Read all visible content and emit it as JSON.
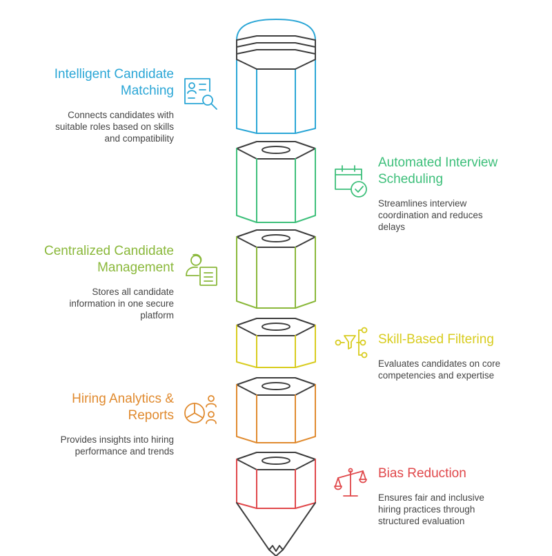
{
  "colors": {
    "outline": "#3d3d3d",
    "blue": "#2aa6d6",
    "green": "#3dbf7a",
    "lime": "#8ab83a",
    "yellow": "#d8cc1e",
    "orange": "#e08a2e",
    "red": "#e0474a"
  },
  "features": [
    {
      "title": "Intelligent Candidate Matching",
      "title_line1": "Intelligent Candidate",
      "title_line2": "Matching",
      "desc_line1": "Connects candidates with",
      "desc_line2": "suitable roles based on skills",
      "desc_line3": "and compatibility",
      "icon": "candidate-search-icon",
      "color": "#2aa6d6"
    },
    {
      "title": "Automated Interview Scheduling",
      "title_line1": "Automated Interview",
      "title_line2": "Scheduling",
      "desc_line1": "Streamlines interview",
      "desc_line2": "coordination and reduces",
      "desc_line3": "delays",
      "icon": "calendar-check-icon",
      "color": "#3dbf7a"
    },
    {
      "title": "Centralized Candidate Management",
      "title_line1": "Centralized Candidate",
      "title_line2": "Management",
      "desc_line1": "Stores all candidate",
      "desc_line2": "information in one secure",
      "desc_line3": "platform",
      "icon": "person-document-icon",
      "color": "#8ab83a"
    },
    {
      "title": "Skill-Based Filtering",
      "title_line1": "Skill-Based Filtering",
      "desc_line1": "Evaluates candidates on core",
      "desc_line2": "competencies and expertise",
      "icon": "funnel-filter-icon",
      "color": "#d8cc1e"
    },
    {
      "title": "Hiring Analytics & Reports",
      "title_line1": "Hiring Analytics &",
      "title_line2": "Reports",
      "desc_line1": "Provides insights into hiring",
      "desc_line2": "performance and trends",
      "icon": "pie-chart-people-icon",
      "color": "#e08a2e"
    },
    {
      "title": "Bias Reduction",
      "title_line1": "Bias Reduction",
      "desc_line1": "Ensures fair and inclusive",
      "desc_line2": "hiring practices through",
      "desc_line3": "structured evaluation",
      "icon": "balance-scale-icon",
      "color": "#e0474a"
    }
  ]
}
